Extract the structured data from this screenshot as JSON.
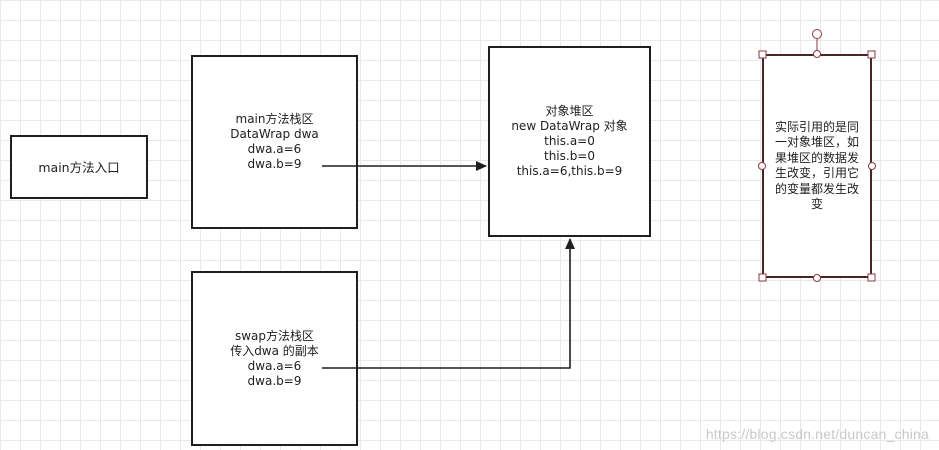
{
  "diagram": {
    "entry_box": {
      "label": "main方法入口"
    },
    "main_stack_box": {
      "lines": [
        "main方法栈区",
        "DataWrap dwa",
        "dwa.a=6",
        "dwa.b=9"
      ]
    },
    "heap_box": {
      "lines": [
        "对象堆区",
        "new DataWrap 对象",
        "this.a=0",
        "this.b=0",
        "this.a=6,this.b=9"
      ]
    },
    "swap_stack_box": {
      "lines": [
        "swap方法栈区",
        "传入dwa 的副本",
        "dwa.a=6",
        "dwa.b=9"
      ]
    },
    "note_box": {
      "text": "实际引用的是同一对象堆区，如果堆区的数据发生改变，引用它的变量都发生改变"
    }
  },
  "watermark": "https://blog.csdn.net/duncan_china",
  "colors": {
    "stroke": "#1f1f1f",
    "grid": "#e9e9e9",
    "selection_handle": "#8a3a3f",
    "watermark": "#c9c9c9"
  }
}
